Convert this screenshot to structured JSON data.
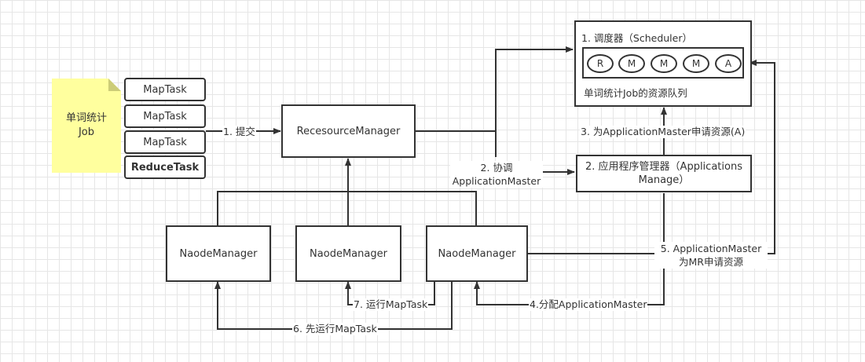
{
  "job_note": {
    "line1": "单词统计",
    "line2": "Job"
  },
  "tasks": [
    {
      "label": "MapTask",
      "bold": false
    },
    {
      "label": "MapTask",
      "bold": false
    },
    {
      "label": "MapTask",
      "bold": false
    },
    {
      "label": "ReduceTask",
      "bold": true
    }
  ],
  "resource_manager": {
    "label": "RecesourceManager"
  },
  "scheduler": {
    "title": "1. 调度器（Scheduler）",
    "queue": [
      "R",
      "M",
      "M",
      "M",
      "A"
    ],
    "caption": "单词统计Job的资源队列"
  },
  "app_manager": {
    "line1": "2. 应用程序管理器（Applications",
    "line2": "Manage）"
  },
  "node_managers": [
    {
      "label": "NaodeManager"
    },
    {
      "label": "NaodeManager"
    },
    {
      "label": "NaodeManager"
    }
  ],
  "edges": {
    "submit": "1. 提交",
    "coordinate_line1": "2. 协调",
    "coordinate_line2": "ApplicationMaster",
    "request_am": "3. 为ApplicationMaster申请资源(A)",
    "allocate_am": "4.分配ApplicationMaster",
    "request_mr_line1": "5. ApplicationMaster",
    "request_mr_line2": "为MR申请资源",
    "run_maptask_first": "6. 先运行MapTask",
    "run_maptask": "7. 运行MapTask"
  },
  "colors": {
    "stroke": "#333333",
    "note": "#ffff9e",
    "grid": "#e6e6e6"
  }
}
